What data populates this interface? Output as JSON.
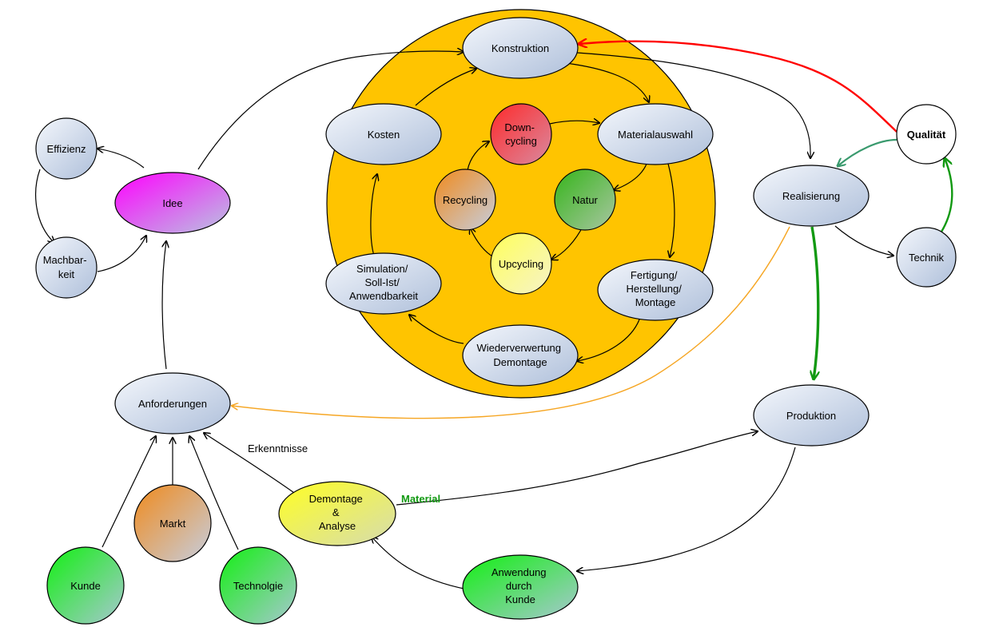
{
  "colors": {
    "node_fill_light": "#eef3fa",
    "node_fill_dark": "#b9c8df",
    "big_circle": "#ffc400",
    "red": "#ff0000",
    "green": "#129912",
    "teal": "#3a9a6e",
    "orange": "#f6a623",
    "black": "#000000"
  },
  "nodes": {
    "konstruktion": [
      "Konstruktion"
    ],
    "kosten": [
      "Kosten"
    ],
    "materialauswahl": [
      "Materialauswahl"
    ],
    "downcycling": [
      "Down-",
      "cycling"
    ],
    "recycling": [
      "Recycling"
    ],
    "natur": [
      "Natur"
    ],
    "upcycling": [
      "Upcycling"
    ],
    "simulation": [
      "Simulation/",
      "Soll-Ist/",
      "Anwendbarkeit"
    ],
    "fertigung": [
      "Fertigung/",
      "Herstellung/",
      "Montage"
    ],
    "wiederverwertung": [
      "Wiederverwertung",
      "Demontage"
    ],
    "effizienz": [
      "Effizienz"
    ],
    "idee": [
      "Idee"
    ],
    "machbarkeit": [
      "Machbar-",
      "keit"
    ],
    "anforderungen": [
      "Anforderungen"
    ],
    "markt": [
      "Markt"
    ],
    "kunde": [
      "Kunde"
    ],
    "technologie": [
      "Technolgie"
    ],
    "demontage_analyse": [
      "Demontage",
      "&",
      "Analyse"
    ],
    "anwendung": [
      "Anwendung",
      "durch",
      "Kunde"
    ],
    "produktion": [
      "Produktion"
    ],
    "realisierung": [
      "Realisierung"
    ],
    "technik": [
      "Technik"
    ],
    "qualitaet": [
      "Qualität"
    ]
  },
  "edge_labels": {
    "erkenntnisse": "Erkenntnisse",
    "material": "Material"
  }
}
